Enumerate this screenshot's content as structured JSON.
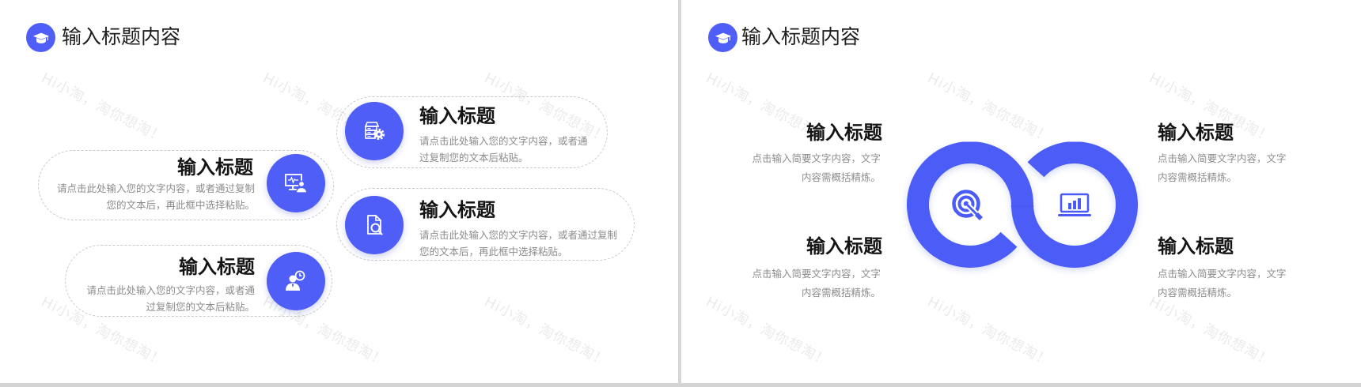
{
  "watermark": "Hi小淘，淘你想淘！",
  "colors": {
    "accent": "#4e5ef6",
    "ring": "#4b5bf7",
    "title_text": "#141414",
    "desc_text": "#8c8c8c",
    "dashed_border": "#c9c9c9",
    "divider": "#d6d6d6",
    "watermark": "#ebebeb"
  },
  "slides": [
    {
      "header": {
        "title": "输入标题内容",
        "icon": "graduation-cap-icon"
      },
      "items": [
        {
          "title": "输入标题",
          "icon": "server-settings-icon",
          "desc": [
            "请点击此处输入您的文字内容，或者通",
            "过复制您的文本后粘贴。"
          ]
        },
        {
          "title": "输入标题",
          "icon": "monitor-analytics-user-icon",
          "desc": [
            "请点击此处输入您的文字内容，或者通过复制",
            "您的文本后，再此框中选择粘贴。"
          ]
        },
        {
          "title": "输入标题",
          "icon": "document-search-icon",
          "desc": [
            "请点击此处输入您的文字内容，或者通过复制",
            "您的文本后，再此框中选择粘贴。"
          ]
        },
        {
          "title": "输入标题",
          "icon": "user-clock-icon",
          "desc": [
            "请点击此处输入您的文字内容，或者通",
            "过复制您的文本后粘贴。"
          ]
        }
      ]
    },
    {
      "header": {
        "title": "输入标题内容",
        "icon": "graduation-cap-icon"
      },
      "infinity": {
        "left_icon": "target-icon",
        "right_icon": "laptop-chart-icon"
      },
      "items": [
        {
          "title": "输入标题",
          "desc": [
            "点击输入简要文字内容，文字",
            "内容需概括精炼。"
          ]
        },
        {
          "title": "输入标题",
          "desc": [
            "点击输入简要文字内容，文字",
            "内容需概括精炼。"
          ]
        },
        {
          "title": "输入标题",
          "desc": [
            "点击输入简要文字内容，文字",
            "内容需概括精炼。"
          ]
        },
        {
          "title": "输入标题",
          "desc": [
            "点击输入简要文字内容，文字",
            "内容需概括精炼。"
          ]
        }
      ]
    }
  ]
}
